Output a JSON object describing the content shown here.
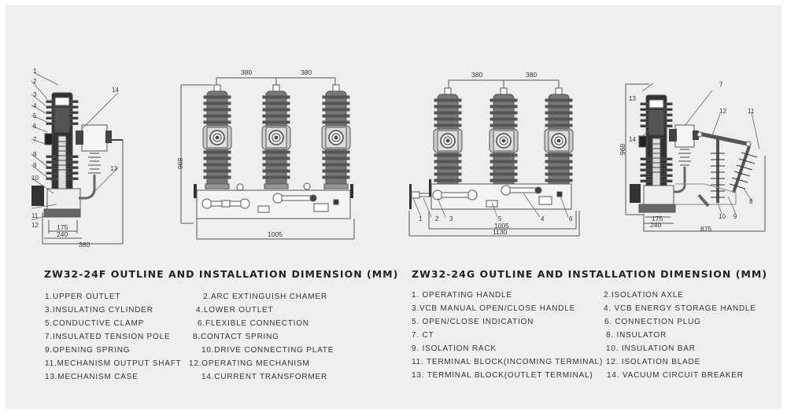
{
  "diagram_f": {
    "title": "ZW32-24F OUTLINE AND INSTALLATION DIMENSION (MM)",
    "dimensions": {
      "phase_spacing_1": "380",
      "phase_spacing_2": "380",
      "height": "896",
      "base_width": "1005",
      "side_inner": "175",
      "side_outer": "240",
      "side_depth": "380"
    },
    "callouts": [
      "1",
      "2",
      "3",
      "4",
      "5",
      "6",
      "7",
      "8",
      "9",
      "10",
      "11",
      "12",
      "13",
      "14"
    ],
    "legend": [
      "1.UPPER OUTLET",
      "2.ARC EXTINGUISH CHAMER",
      "3.INSULATING CYLINDER",
      "4.LOWER OUTLET",
      "5.CONDUCTIVE CLAMP",
      "6.FLEXIBLE CONNECTION",
      "7.INSULATED TENSION POLE",
      "8.CONTACT SPRING",
      "9.OPENING SPRING",
      "10.DRIVE CONNECTING PLATE",
      "11.MECHANISM OUTPUT SHAFT",
      "12.OPERATING MECHANISM",
      "13.MECHANISM CASE",
      "14.CURRENT TRANSFORMER"
    ]
  },
  "diagram_g": {
    "title": "ZW32-24G OUTLINE AND INSTALLATION DIMENSION (MM)",
    "dimensions": {
      "phase_spacing_1": "380",
      "phase_spacing_2": "380",
      "height": "896",
      "base_inner": "1005",
      "base_outer": "1130",
      "side_inner": "175",
      "side_outer": "240",
      "side_total": "875"
    },
    "front_callouts": [
      "1",
      "2",
      "3",
      "5",
      "4",
      "6"
    ],
    "side_callouts": [
      "13",
      "14",
      "7",
      "12",
      "11",
      "10",
      "9",
      "8"
    ],
    "legend": [
      "1. OPERATING HANDLE",
      "2.ISOLATION AXLE",
      "3.VCB MANUAL OPEN/CLOSE HANDLE",
      "4. VCB ENERGY STORAGE HANDLE",
      "5. OPEN/CLOSE INDICATION",
      "6. CONNECTION PLUG",
      "7. CT",
      "8. INSULATOR",
      "9. ISOLATION RACK",
      "10. INSULATION BAR",
      "11. TERMINAL BLOCK(INCOMING TERMINAL)",
      "12. ISOLATION BLADE",
      "13. TERMINAL BLOCK(OUTLET TERMINAL)",
      "14. VACUUM CIRCUIT BREAKER"
    ]
  }
}
